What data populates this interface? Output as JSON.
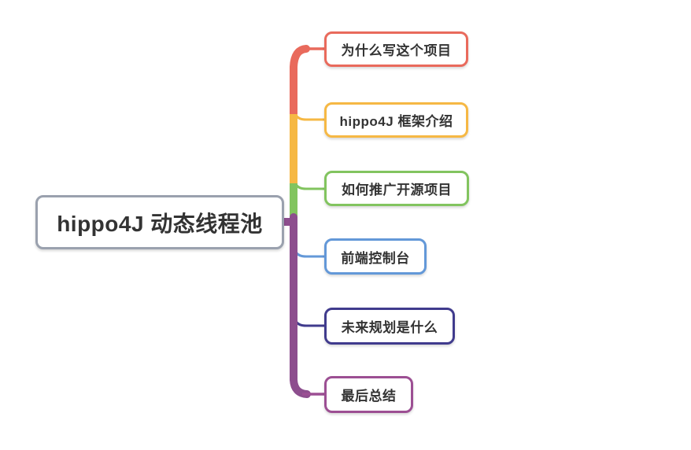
{
  "canvas": {
    "background": "#ffffff"
  },
  "text_color": "#333333",
  "root": {
    "label": "hippo4J 动态线程池",
    "border_color": "#9aa1ae",
    "fill": "#ffffff"
  },
  "branches": [
    {
      "label": "为什么写这个项目",
      "color": "#e96a5c"
    },
    {
      "label": "hippo4J 框架介绍",
      "color": "#f6b844"
    },
    {
      "label": "如何推广开源项目",
      "color": "#82c45f"
    },
    {
      "label": "前端控制台",
      "color": "#6398d8"
    },
    {
      "label": "未来规划是什么",
      "color": "#403b8d"
    },
    {
      "label": "最后总结",
      "color": "#9c4f93"
    }
  ],
  "connector": {
    "trunk_color": "#8d4e8e"
  }
}
